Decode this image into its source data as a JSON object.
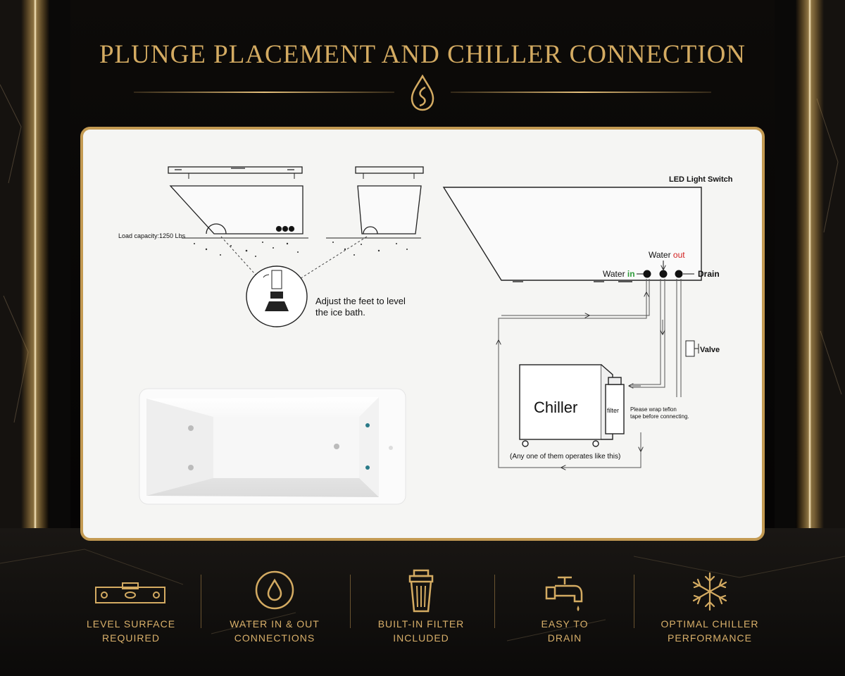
{
  "header": {
    "title": "PLUNGE PLACEMENT AND CHILLER CONNECTION",
    "emblem_icon": "flame-drop-emblem-icon"
  },
  "diagram": {
    "load_capacity": "Load capacity:1250 Lbs",
    "adjust_feet_line1": "Adjust the feet to level",
    "adjust_feet_line2": "the ice bath.",
    "led_switch": "LED Light Switch",
    "water_out_prefix": "Water",
    "water_out_word": "out",
    "water_in_prefix": "Water",
    "water_in_word": "in",
    "drain": "Drain",
    "valve": "Valve",
    "chiller": "Chiller",
    "filter": "filter",
    "teflon_line1": "Please wrap teflon",
    "teflon_line2": "tape before connecting.",
    "any_one": "(Any one of them operates like this)"
  },
  "features": [
    {
      "line1": "LEVEL SURFACE",
      "line2": "REQUIRED",
      "icon": "spirit-level-icon"
    },
    {
      "line1": "WATER IN & OUT",
      "line2": "CONNECTIONS",
      "icon": "water-cycle-icon"
    },
    {
      "line1": "BUILT-IN FILTER",
      "line2": "INCLUDED",
      "icon": "filter-cartridge-icon"
    },
    {
      "line1": "EASY TO",
      "line2": "DRAIN",
      "icon": "faucet-icon"
    },
    {
      "line1": "OPTIMAL CHILLER",
      "line2": "PERFORMANCE",
      "icon": "snowflake-icon"
    }
  ],
  "colors": {
    "gold": "#d4ab62",
    "water_in_green": "#2e9b3a",
    "water_out_red": "#d22020",
    "panel_bg": "#f5f5f3"
  }
}
